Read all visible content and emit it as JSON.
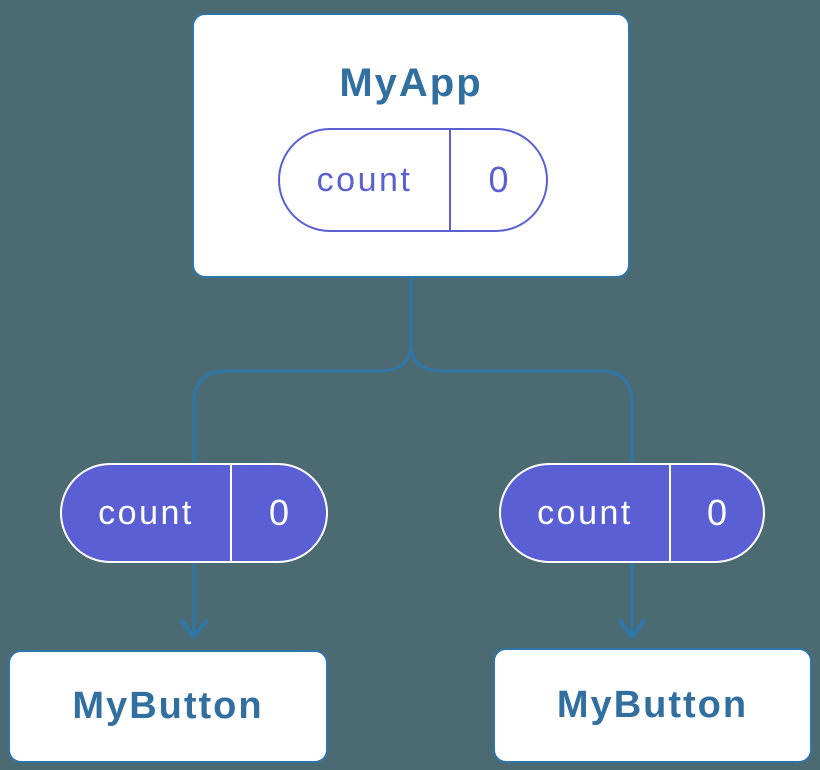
{
  "colors": {
    "background": "#4C6A72",
    "connector_blue": "#2E76A8",
    "label_blue": "#306F9F",
    "accent_purple": "#5A5FD4",
    "node_fill": "#FFFFFF"
  },
  "diagram": {
    "root_node": {
      "title": "MyApp",
      "state_pill": {
        "name": "count",
        "value": "0"
      }
    },
    "left_branch": {
      "props_pill": {
        "name": "count",
        "value": "0"
      },
      "child_node": {
        "title": "MyButton"
      }
    },
    "right_branch": {
      "props_pill": {
        "name": "count",
        "value": "0"
      },
      "child_node": {
        "title": "MyButton"
      }
    }
  }
}
